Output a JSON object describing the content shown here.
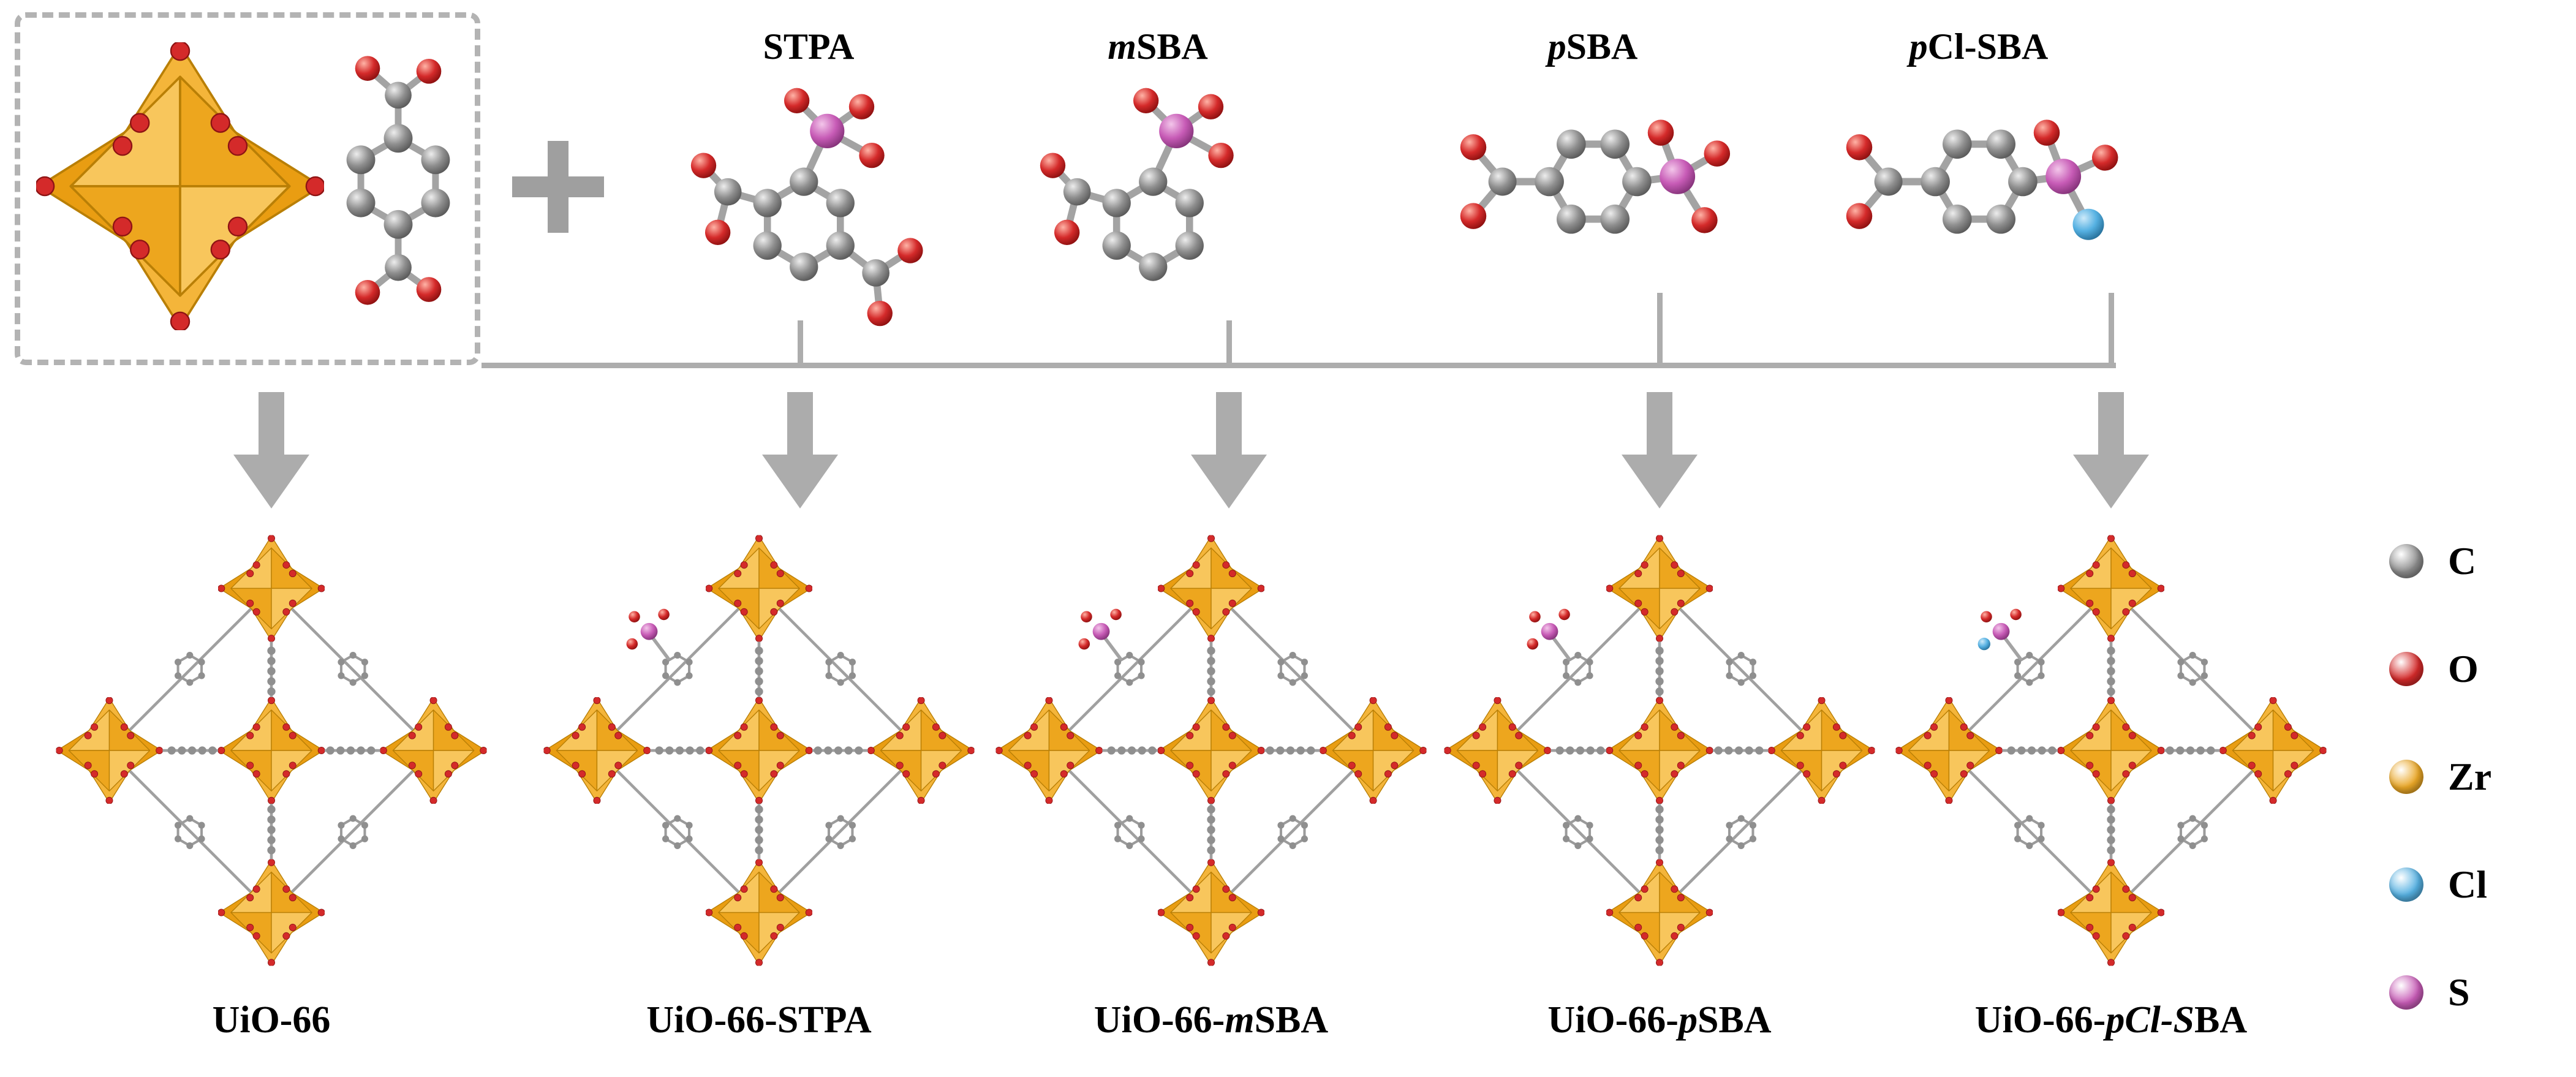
{
  "ligands": [
    {
      "label_italic": "",
      "label_text": "STPA"
    },
    {
      "label_italic": "m",
      "label_text": "SBA"
    },
    {
      "label_italic": "p",
      "label_text": "SBA"
    },
    {
      "label_italic": "p",
      "label_text": "Cl-SBA"
    }
  ],
  "products": [
    {
      "label_pre": "UiO-66",
      "label_italic": "",
      "label_post": ""
    },
    {
      "label_pre": "UiO-66-STPA",
      "label_italic": "",
      "label_post": ""
    },
    {
      "label_pre": "UiO-66-",
      "label_italic": "m",
      "label_post": "SBA"
    },
    {
      "label_pre": "UiO-66-",
      "label_italic": "p",
      "label_post": "SBA"
    },
    {
      "label_pre": "UiO-66-",
      "label_italic": "pCl-S",
      "label_post": "BA"
    }
  ],
  "legend": {
    "items": [
      {
        "symbol": "C",
        "color": "#8c8c8c"
      },
      {
        "symbol": "O",
        "color": "#d42a2a"
      },
      {
        "symbol": "Zr",
        "color": "#eaa726"
      },
      {
        "symbol": "Cl",
        "color": "#56b1e2"
      },
      {
        "symbol": "S",
        "color": "#c75bb6"
      }
    ]
  },
  "colors": {
    "zr_node": "#f2b135",
    "arrow": "#acacac",
    "bond": "#a3a3a3"
  }
}
